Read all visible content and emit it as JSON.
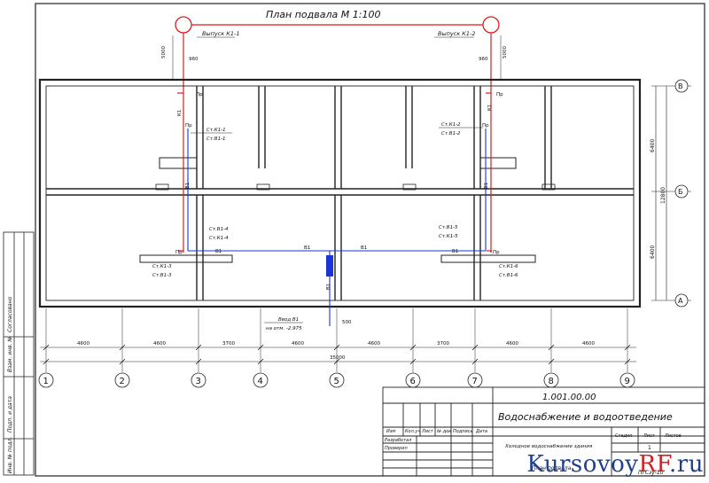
{
  "drawing": {
    "title": "План подвала М 1:100",
    "outlets": [
      "Выпуск К1-1",
      "Выпуск К1-2"
    ],
    "top_dims": [
      "960",
      "5000",
      "960",
      "5000"
    ],
    "row_axes": [
      "В",
      "Б",
      "А"
    ],
    "right_dims": [
      "6400",
      "12800",
      "6400"
    ],
    "column_axes": [
      "1",
      "2",
      "3",
      "4",
      "5",
      "6",
      "7",
      "8",
      "9"
    ],
    "bay_dims": [
      "4600",
      "4600",
      "3700",
      "4600",
      "4600",
      "3700",
      "4600",
      "4600"
    ],
    "total_dim": "35000",
    "riser_labels": {
      "k1_1": "Ст.К1-1",
      "v1_1": "Ст.В1-1",
      "k1_2": "Ст.К1-2",
      "v1_2": "Ст.В1-2",
      "v1_4": "Ст.В1-4",
      "k1_4": "Ст.К1-4",
      "k1_3": "Ст.К1-3",
      "v1_3": "Ст.В1-3",
      "v1_5": "Ст.В1-5",
      "k1_5": "Ст.К1-5",
      "k1_6": "Ст.К1-6",
      "v1_6": "Ст.В1-6"
    },
    "pipe_tags": {
      "k1": "К1",
      "b1": "В1",
      "pr": "Пр"
    },
    "inlet_note_1": "Ввод В1",
    "inlet_note_2": "на отм. -2.975",
    "inlet_dim": "500"
  },
  "side_stamp": [
    "Взам. инв. №",
    "Подп. и дата",
    "Инв. № подл.",
    "Согласовано"
  ],
  "title_block": {
    "code": "1.001.00.00",
    "project": "Водоснабжение и водоотведение",
    "headers": [
      "Изм",
      "Кол.уч",
      "Лист",
      "№ док",
      "Подпись",
      "Дата"
    ],
    "roles": [
      "Разработал",
      "Проверил"
    ],
    "sheet_name": "Холодное водоснабжение здания",
    "plan_short": "План подвала",
    "stage_headers": [
      "Стадия",
      "Лист",
      "Листов"
    ],
    "sheet_number": "1",
    "org": "ПГСзу-10"
  },
  "watermark": {
    "main": "Kursovoy",
    "accent": "RF",
    "tail": ".ru"
  },
  "colors": {
    "line": "#222222",
    "water": "#1a34d8",
    "sewer": "#e01b1b",
    "mark": "#e01b1b"
  }
}
